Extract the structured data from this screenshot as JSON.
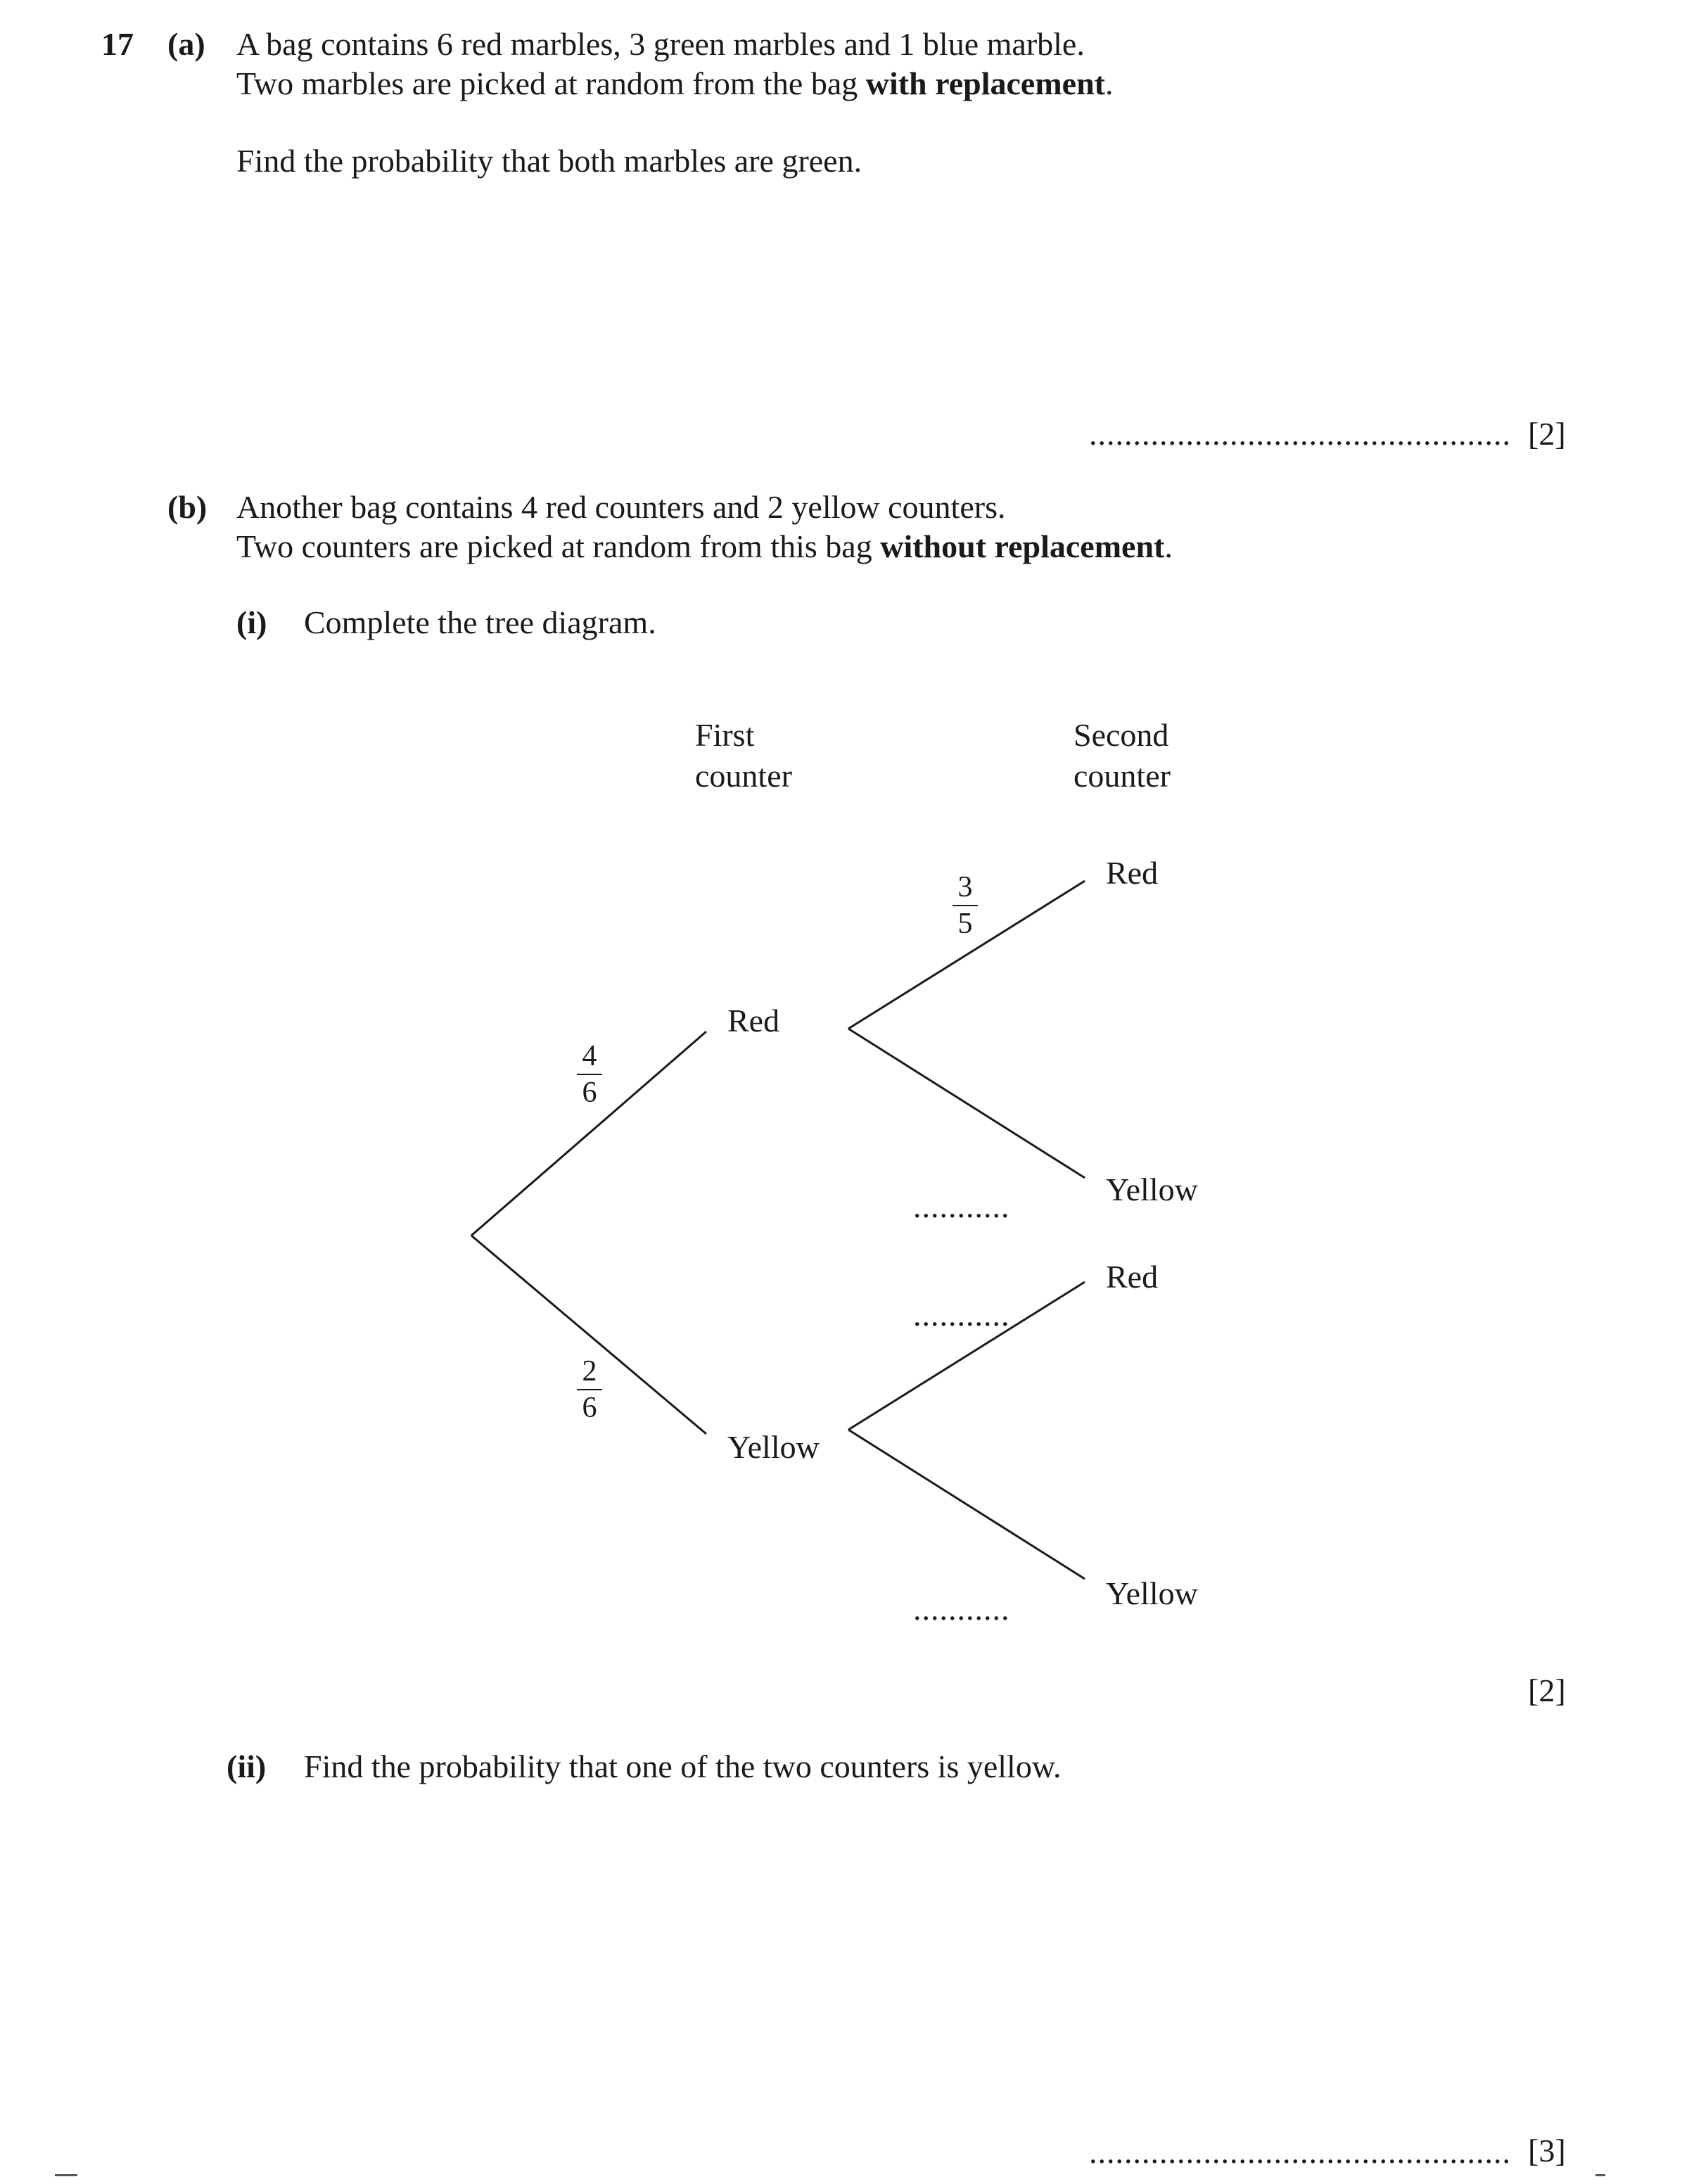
{
  "question_number": "17",
  "part_a": {
    "label": "(a)",
    "line1": "A bag contains 6 red marbles, 3 green marbles and 1 blue marble.",
    "line2_prefix": "Two marbles are picked at random from the bag ",
    "line2_bold": "with replacement",
    "line2_suffix": ".",
    "task": "Find the probability that both marbles are green.",
    "answer_dots": "................................................",
    "marks": "[2]"
  },
  "part_b": {
    "label": "(b)",
    "line1": "Another bag contains 4 red counters and 2 yellow counters.",
    "line2_prefix": "Two counters are picked at random from this bag ",
    "line2_bold": "without replacement",
    "line2_suffix": ".",
    "sub_i": {
      "label": "(i)",
      "text": "Complete the tree diagram.",
      "marks": "[2]"
    },
    "tree": {
      "header_first_line1": "First",
      "header_first_line2": "counter",
      "header_second_line1": "Second",
      "header_second_line2": "counter",
      "first_red_label": "Red",
      "first_yellow_label": "Yellow",
      "p_first_red_num": "4",
      "p_first_red_den": "6",
      "p_first_yellow_num": "2",
      "p_first_yellow_den": "6",
      "second_rr_label": "Red",
      "second_ry_label": "Yellow",
      "second_yr_label": "Red",
      "second_yy_label": "Yellow",
      "p_rr_num": "3",
      "p_rr_den": "5",
      "blank_ry": "...........",
      "blank_yr": "...........",
      "blank_yy": "..........."
    },
    "sub_ii": {
      "label": "(ii)",
      "text": "Find the probability that one of the two counters is yellow.",
      "answer_dots": "................................................",
      "marks": "[3]"
    }
  }
}
